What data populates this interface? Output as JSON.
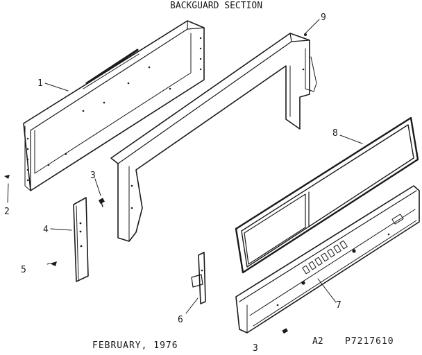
{
  "title": "BACKGUARD SECTION",
  "callouts": {
    "c1": "1",
    "c2": "2",
    "c3": "3",
    "c4": "4",
    "c5": "5",
    "c6": "6",
    "c7": "7",
    "c8": "8",
    "c9": "9"
  },
  "footer": {
    "date": "FEBRUARY, 1976",
    "page": "3",
    "code_a": "A2",
    "code_b": "P7217610"
  },
  "colors": {
    "ink": "#1a1a1a",
    "paper": "#ffffff"
  }
}
